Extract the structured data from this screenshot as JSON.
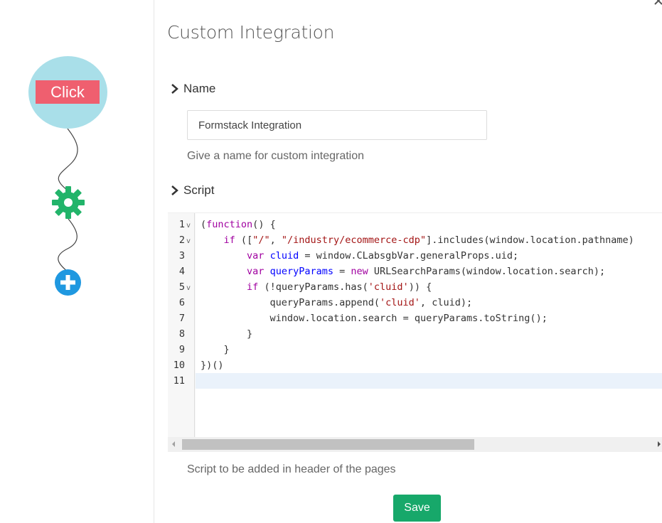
{
  "flow": {
    "trigger_label": "Click"
  },
  "form": {
    "title": "Custom Integration",
    "name_section": "Name",
    "name_value": "Formstack Integration",
    "name_help": "Give a name for custom integration",
    "script_section": "Script",
    "script_help": "Script to be added in header of the pages",
    "save_label": "Save"
  },
  "editor": {
    "lines": [
      {
        "no": "1",
        "fold": true,
        "code": "(function() {"
      },
      {
        "no": "2",
        "fold": true,
        "code": "    if ([\"/\", \"/industry/ecommerce-cdp\"].includes(window.location.pathname)"
      },
      {
        "no": "3",
        "fold": false,
        "code": "        var cluid = window.CLabsgbVar.generalProps.uid;"
      },
      {
        "no": "4",
        "fold": false,
        "code": "        var queryParams = new URLSearchParams(window.location.search);"
      },
      {
        "no": "5",
        "fold": true,
        "code": "        if (!queryParams.has('cluid')) {"
      },
      {
        "no": "6",
        "fold": false,
        "code": "            queryParams.append('cluid', cluid);"
      },
      {
        "no": "7",
        "fold": false,
        "code": "            window.location.search = queryParams.toString();"
      },
      {
        "no": "8",
        "fold": false,
        "code": "        }"
      },
      {
        "no": "9",
        "fold": false,
        "code": "    }"
      },
      {
        "no": "10",
        "fold": false,
        "code": "})()"
      },
      {
        "no": "11",
        "fold": false,
        "code": ""
      }
    ],
    "active_line": "11"
  },
  "colors": {
    "trigger_bg": "#a9dfe9",
    "click_badge": "#ef5f6f",
    "gear": "#22b46a",
    "add": "#1f98e0",
    "save": "#17a86a"
  }
}
